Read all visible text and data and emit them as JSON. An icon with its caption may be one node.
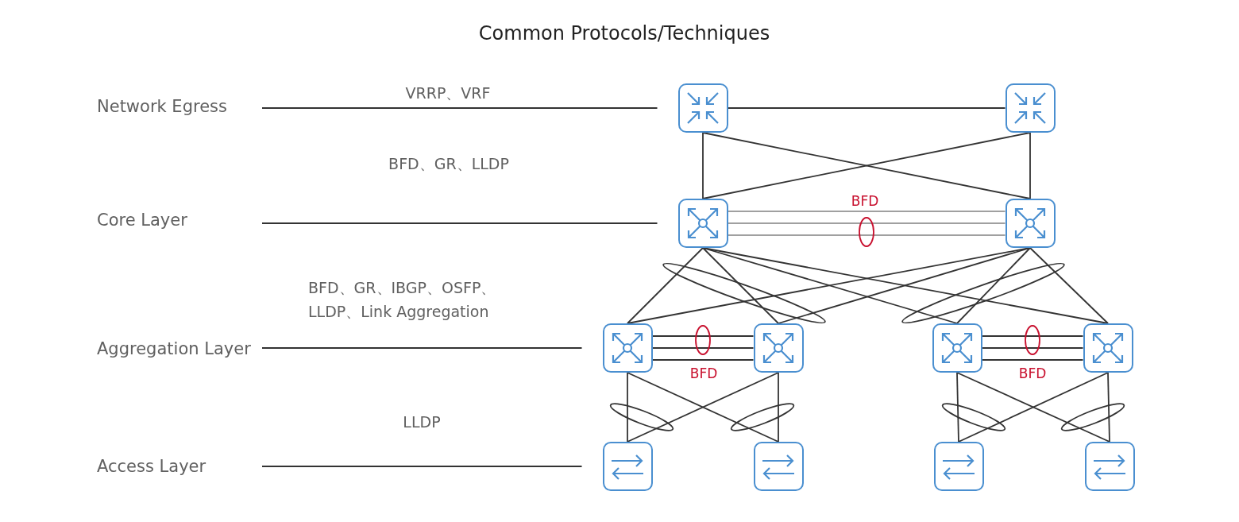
{
  "diagram": {
    "title": "Common Protocols/Techniques",
    "nodes": [
      {
        "text": [
          "Network Egress"
        ]
      },
      {
        "text": [],
        "shape": "box"
      },
      {
        "text": [],
        "shape": "box"
      },
      {
        "text": [
          "Core Layer"
        ]
      },
      {
        "text": [],
        "shape": "box"
      },
      {
        "text": [],
        "shape": "box"
      },
      {
        "text": [
          "Aggregation Layer"
        ]
      },
      {
        "text": [],
        "shape": "box"
      },
      {
        "text": [],
        "shape": "box"
      },
      {
        "text": [],
        "shape": "box"
      },
      {
        "text": [],
        "shape": "box"
      },
      {
        "text": [
          "Access Layer"
        ]
      },
      {
        "text": [],
        "shape": "box"
      },
      {
        "text": [],
        "shape": "box"
      },
      {
        "text": [],
        "shape": "box"
      },
      {
        "text": [],
        "shape": "box"
      }
    ],
    "edges": [
      {
        "from": 0,
        "to": 1,
        "arrow": "none"
      },
      {
        "from": 1,
        "to": 2,
        "arrow": "none"
      },
      {
        "from": 1,
        "to": 4,
        "arrow": "none"
      },
      {
        "from": 1,
        "to": 5,
        "arrow": "none"
      },
      {
        "from": 2,
        "to": 4,
        "arrow": "none"
      },
      {
        "from": 2,
        "to": 5,
        "arrow": "none"
      },
      {
        "from": 3,
        "to": 4,
        "arrow": "none"
      },
      {
        "from": 4,
        "to": 5,
        "arrow": "none",
        "color": "#a0a0a0"
      },
      {
        "from": 4,
        "to": 5,
        "arrow": "none",
        "color": "#a0a0a0"
      },
      {
        "from": 4,
        "to": 5,
        "arrow": "none",
        "color": "#a0a0a0"
      },
      {
        "from": 4,
        "to": 7,
        "arrow": "none"
      },
      {
        "from": 4,
        "to": 8,
        "arrow": "none"
      },
      {
        "from": 4,
        "to": 9,
        "arrow": "none"
      },
      {
        "from": 4,
        "to": 10,
        "arrow": "none"
      },
      {
        "from": 5,
        "to": 7,
        "arrow": "none"
      },
      {
        "from": 5,
        "to": 8,
        "arrow": "none"
      },
      {
        "from": 5,
        "to": 9,
        "arrow": "none"
      },
      {
        "from": 5,
        "to": 10,
        "arrow": "none"
      },
      {
        "from": 6,
        "to": 7,
        "arrow": "none"
      },
      {
        "from": 7,
        "to": 8,
        "arrow": "none"
      },
      {
        "from": 7,
        "to": 8,
        "arrow": "none"
      },
      {
        "from": 7,
        "to": 8,
        "arrow": "none"
      },
      {
        "from": 9,
        "to": 10,
        "arrow": "none"
      },
      {
        "from": 9,
        "to": 10,
        "arrow": "none"
      },
      {
        "from": 9,
        "to": 10,
        "arrow": "none"
      },
      {
        "from": 11,
        "to": 12,
        "arrow": "none"
      },
      {
        "from": 7,
        "to": 12,
        "arrow": "none"
      },
      {
        "from": 7,
        "to": 13,
        "arrow": "none"
      },
      {
        "from": 8,
        "to": 12,
        "arrow": "none"
      },
      {
        "from": 8,
        "to": 13,
        "arrow": "none"
      },
      {
        "from": 9,
        "to": 14,
        "arrow": "none"
      },
      {
        "from": 9,
        "to": 15,
        "arrow": "none"
      },
      {
        "from": 10,
        "to": 14,
        "arrow": "none"
      },
      {
        "from": 10,
        "to": 15,
        "arrow": "none"
      }
    ],
    "labels": [
      "VRRP、VRF",
      "BFD、GR、LLDP",
      "BFD",
      "BFD、GR、IBGP、OSFP、LLDP、Link Aggregation",
      "BFD",
      "BFD",
      "LLDP"
    ]
  }
}
